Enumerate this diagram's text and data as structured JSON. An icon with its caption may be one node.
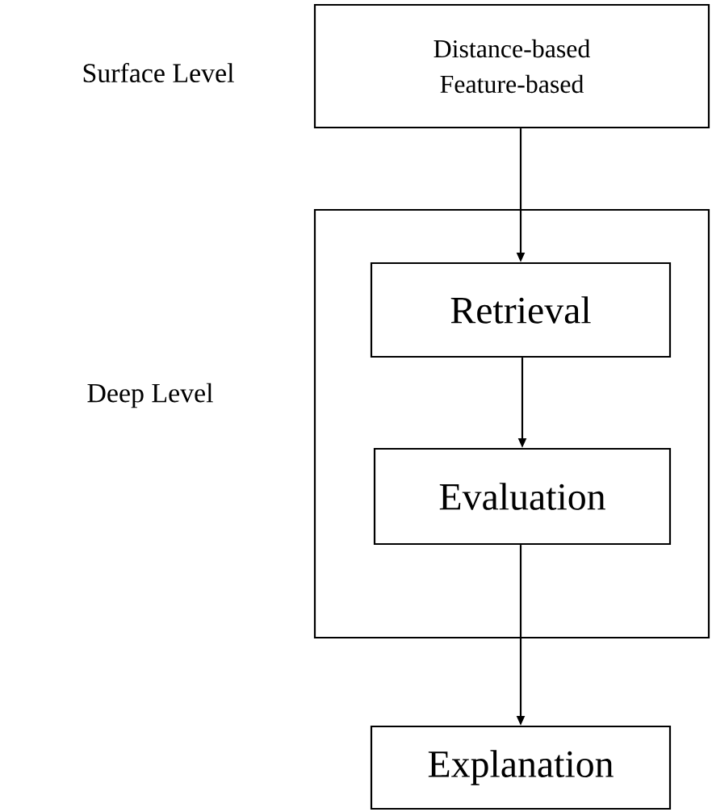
{
  "diagram": {
    "nodes": [
      {
        "text": [
          "Distance-based",
          "Feature-based"
        ],
        "beside": [
          "Surface Level"
        ]
      },
      {
        "text": [],
        "shape": "box",
        "beside": [
          "Deep Level"
        ]
      },
      {
        "text": [
          "Retrieval"
        ],
        "in": 1
      },
      {
        "text": [
          "Evaluation"
        ],
        "in": 1
      },
      {
        "text": [
          "Explanation"
        ]
      }
    ],
    "edges": [
      {
        "from": 0,
        "to": 2,
        "arrow": "to"
      },
      {
        "from": 2,
        "to": 3,
        "arrow": "to"
      },
      {
        "from": 3,
        "to": 4,
        "arrow": "to"
      }
    ]
  }
}
